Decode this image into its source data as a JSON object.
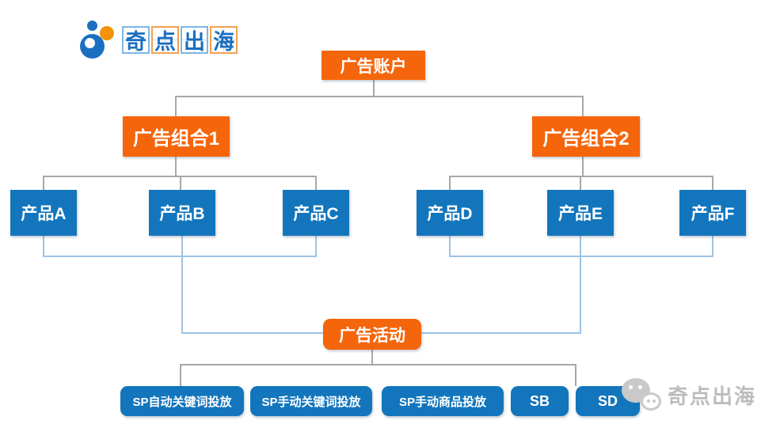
{
  "logo": {
    "name": "奇点出海",
    "chars": [
      "奇",
      "点",
      "出",
      "海"
    ]
  },
  "watermark": {
    "text": "奇点出海",
    "icon": "wechat-icon"
  },
  "diagram": {
    "account": "广告账户",
    "portfolios": [
      "广告组合1",
      "广告组合2"
    ],
    "products": [
      "产品A",
      "产品B",
      "产品C",
      "产品D",
      "产品E",
      "产品F"
    ],
    "campaign": "广告活动",
    "campaign_types": [
      "SP自动关键词投放",
      "SP手动关键词投放",
      "SP手动商品投放",
      "SB",
      "SD"
    ]
  },
  "colors": {
    "node_orange": "#F5650B",
    "node_blue": "#1376BD",
    "connector_gray": "#A8A8A8",
    "connector_lightblue": "#9DC3E6",
    "logo_blue": "#1B6FC0",
    "logo_orange": "#F5920B"
  }
}
